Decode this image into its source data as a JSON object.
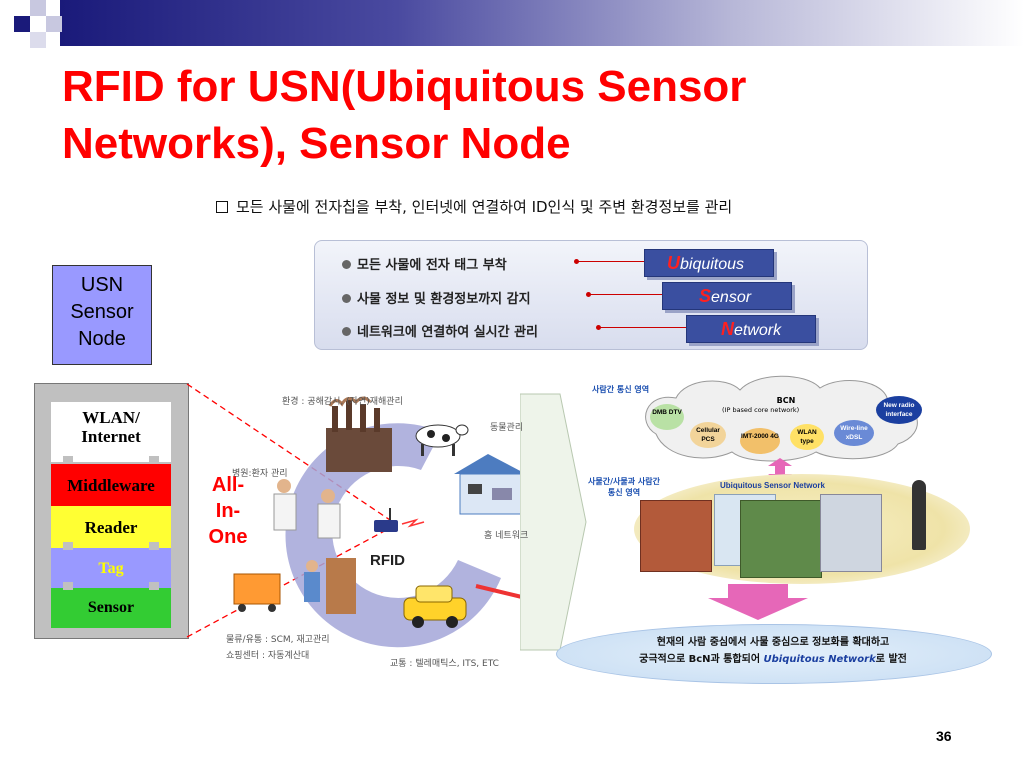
{
  "slide": {
    "title": "RFID for USN(Ubiquitous Sensor Networks), Sensor Node",
    "page_number": "36",
    "accent_color": "#ff0000",
    "header_bar_color": "#1a1a7a"
  },
  "subtitle": {
    "bullet_icon": "hollow-square-bullet",
    "text": "모든 사물에 전자칩을 부착, 인터넷에 연결하여 ID인식 및 주변 환경정보를 관리"
  },
  "features": [
    {
      "text": "모든 사물에 전자 태그 부착",
      "tag_initial": "U",
      "tag_rest": "biquitous"
    },
    {
      "text": "사물 정보 및 환경정보까지 감지",
      "tag_initial": "S",
      "tag_rest": "ensor"
    },
    {
      "text": "네트워크에 연결하여 실시간 관리",
      "tag_initial": "N",
      "tag_rest": "etwork"
    }
  ],
  "usn_node": {
    "lines": [
      "USN",
      "Sensor",
      "Node"
    ]
  },
  "stack": {
    "wlan": [
      "WLAN/",
      "Internet"
    ],
    "middleware": "Middleware",
    "reader": "Reader",
    "tag": "Tag",
    "sensor": "Sensor"
  },
  "all_in_one": [
    "All-",
    "In-",
    "One"
  ],
  "illustration": {
    "env_label": "환경 : 공해감시, (자연)재해관리",
    "animal_label": "동물관리",
    "hospital_label": "병원:환자 관리",
    "network_label": "홈 네트워크",
    "rfid_label": "RFID",
    "logistics_label_1": "물류/유통 : SCM, 재고관리",
    "logistics_label_2": "쇼핑센터 : 자동계산대",
    "traffic_label": "교통 : 텔레매틱스, ITS, ETC"
  },
  "network": {
    "header_top": "사람간 통신 영역",
    "header_mid": [
      "사물간/사물과 사람간",
      "통신 영역"
    ],
    "bcn_title": "BCN",
    "bcn_sub": "(IP based core network)",
    "nodes": [
      "DMB DTV",
      "Cellular PCS",
      "IMT-2000 4G",
      "WLAN type",
      "Wire-line xDSL",
      "New radio interface"
    ],
    "usn_label": "Ubiquitous Sensor Network",
    "summary_line1": "현재의 사람 중심에서 사물 중심으로 정보화를 확대하고",
    "summary_line2_a": "궁극적으로 BcN과 통합되어 ",
    "summary_line2_b": "Ubiquitous Network",
    "summary_line2_c": "로 발전"
  }
}
